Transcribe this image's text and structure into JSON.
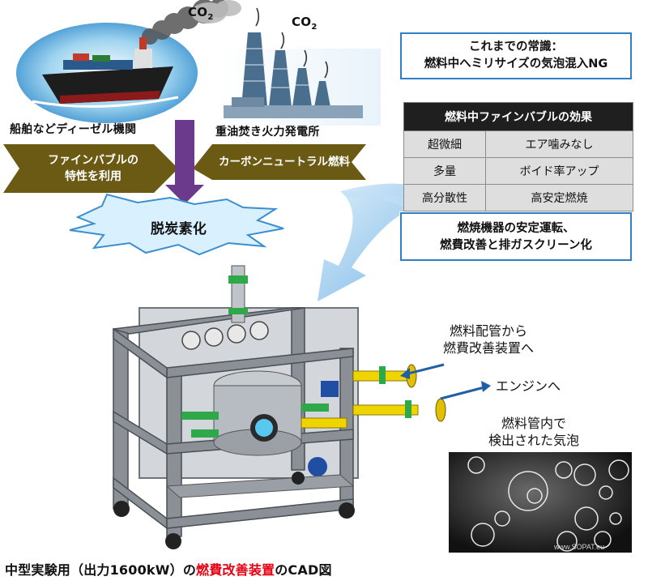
{
  "labels": {
    "co2_left": "CO",
    "co2_right": "CO",
    "co2_sub": "2",
    "ship": "船舶などディーゼル機関",
    "plant": "重油焚き火力発電所",
    "ribbon_left": "ファインバブルの\n特性を利用",
    "ribbon_right": "カーボンニュートラル燃料",
    "burst": "脱炭素化"
  },
  "top_callout": {
    "line1": "これまでの常識：",
    "line2": "燃料中へミリサイズの気泡混入NG"
  },
  "effect_table": {
    "header": "燃料中ファインバブルの効果",
    "rows": [
      [
        "超微細",
        "エア噛みなし"
      ],
      [
        "多量",
        "ボイド率アップ"
      ],
      [
        "高分散性",
        "高安定燃焼"
      ]
    ]
  },
  "bottom_callout": {
    "line1": "燃焼機器の安定運転、",
    "line2": "燃費改善と排ガスクリーン化"
  },
  "annotations": {
    "pipe_in_1": "燃料配管から",
    "pipe_in_2": "燃費改善装置へ",
    "engine": "エンジンへ",
    "bubbles_1": "燃料管内で",
    "bubbles_2": "検出された気泡",
    "photo_watermark": "www.SOPAT.eu"
  },
  "caption": {
    "part1": "中型実験用（出力1600kW）の",
    "part2": "燃費改善装置",
    "part3": "のCAD図"
  },
  "colors": {
    "ribbon": "#6b5a14",
    "arrow_down": "#6b3a8c",
    "callout_border": "#2f7fc6",
    "highlight": "#e60012"
  }
}
